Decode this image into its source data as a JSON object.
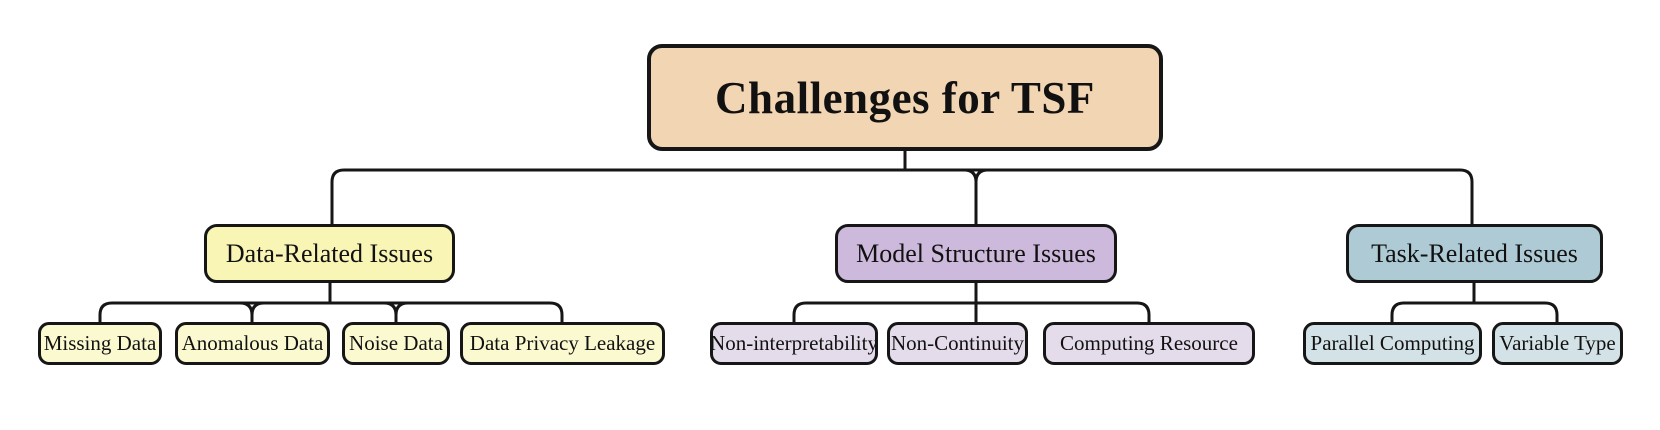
{
  "diagram": {
    "type": "hierarchy-tree",
    "root": {
      "label": "Challenges for TSF"
    },
    "groups": [
      {
        "label": "Data-Related Issues",
        "children": [
          {
            "label": "Missing Data"
          },
          {
            "label": "Anomalous Data"
          },
          {
            "label": "Noise Data"
          },
          {
            "label": "Data Privacy Leakage"
          }
        ]
      },
      {
        "label": "Model Structure Issues",
        "children": [
          {
            "label": "Non-interpretability"
          },
          {
            "label": "Non-Continuity"
          },
          {
            "label": "Computing Resource"
          }
        ]
      },
      {
        "label": "Task-Related Issues",
        "children": [
          {
            "label": "Parallel Computing"
          },
          {
            "label": "Variable Type"
          }
        ]
      }
    ]
  },
  "colors": {
    "root_fill": "#F2D5B2",
    "data_branch_fill": "#F8F5B5",
    "data_leaf_fill": "#FBF9D0",
    "model_branch_fill": "#CDB9DB",
    "model_leaf_fill": "#E4DCEA",
    "task_branch_fill": "#ADCAD5",
    "task_leaf_fill": "#D3E2E7",
    "line_color": "#161616",
    "text_color": "#111111",
    "background": "#FFFFFF"
  }
}
